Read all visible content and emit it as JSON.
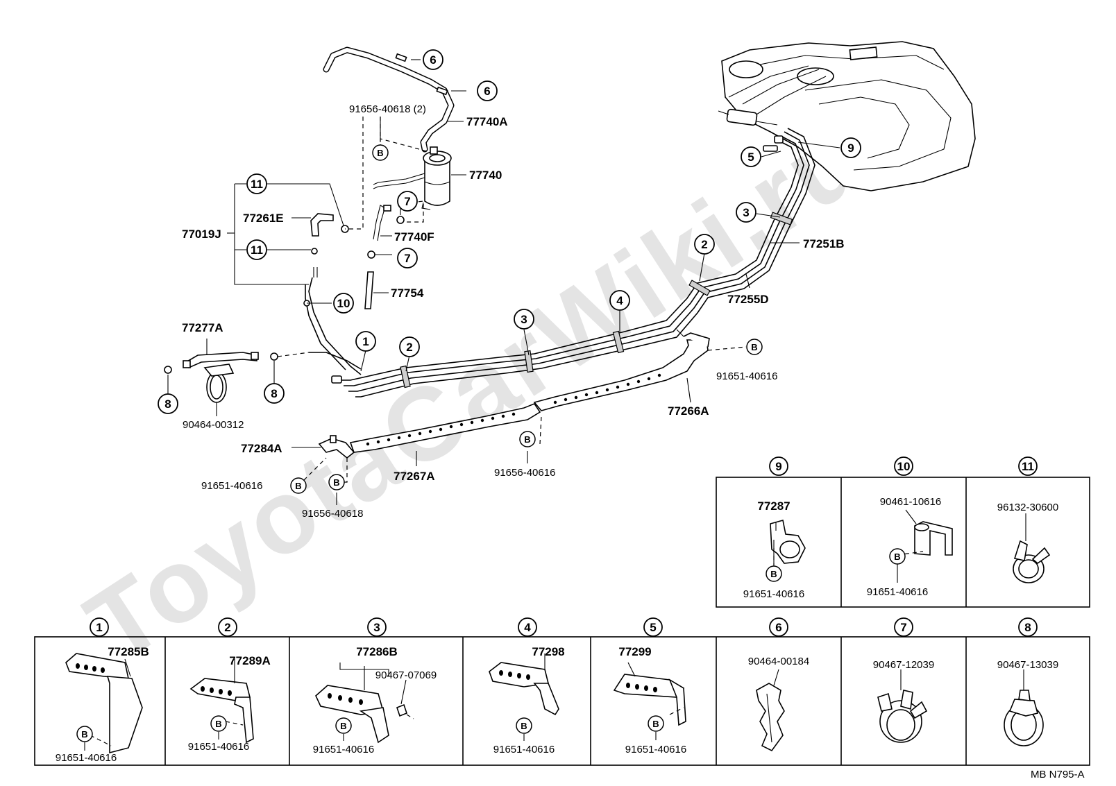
{
  "watermark": "ToyotaCarWiki.ru",
  "footer_code": "MB  N795-A",
  "labels": {
    "p77740A": "77740A",
    "p77740": "77740",
    "p91656_40618_2": "91656-40618 (2)",
    "p77261E": "77261E",
    "p77019J": "77019J",
    "p77740F": "77740F",
    "p77754": "77754",
    "p77251B": "77251B",
    "p77255D": "77255D",
    "p77277A": "77277A",
    "p90464_00312": "90464-00312",
    "p91651_40616_a": "91651-40616",
    "p77266A": "77266A",
    "p77284A": "77284A",
    "p91651_40616_b": "91651-40616",
    "p91656_40618_b": "91656-40618",
    "p77267A": "77267A",
    "p91656_40616": "91656-40616"
  },
  "b_symbol": "B",
  "callouts": [
    "1",
    "2",
    "3",
    "4",
    "5",
    "6",
    "7",
    "8",
    "9",
    "10",
    "11"
  ],
  "detail_boxes_top": [
    {
      "num": "9",
      "parts": [
        "77287",
        "91651-40616"
      ]
    },
    {
      "num": "10",
      "parts": [
        "90461-10616",
        "91651-40616"
      ]
    },
    {
      "num": "11",
      "parts": [
        "96132-30600"
      ]
    }
  ],
  "detail_boxes_bottom": [
    {
      "num": "1",
      "parts": [
        "77285B",
        "91651-40616"
      ]
    },
    {
      "num": "2",
      "parts": [
        "77289A",
        "91651-40616"
      ]
    },
    {
      "num": "3",
      "parts": [
        "77286B",
        "90467-07069",
        "91651-40616"
      ]
    },
    {
      "num": "4",
      "parts": [
        "77298",
        "91651-40616"
      ]
    },
    {
      "num": "5",
      "parts": [
        "77299",
        "91651-40616"
      ]
    },
    {
      "num": "6",
      "parts": [
        "90464-00184"
      ]
    },
    {
      "num": "7",
      "parts": [
        "90467-12039"
      ]
    },
    {
      "num": "8",
      "parts": [
        "90467-13039"
      ]
    }
  ]
}
